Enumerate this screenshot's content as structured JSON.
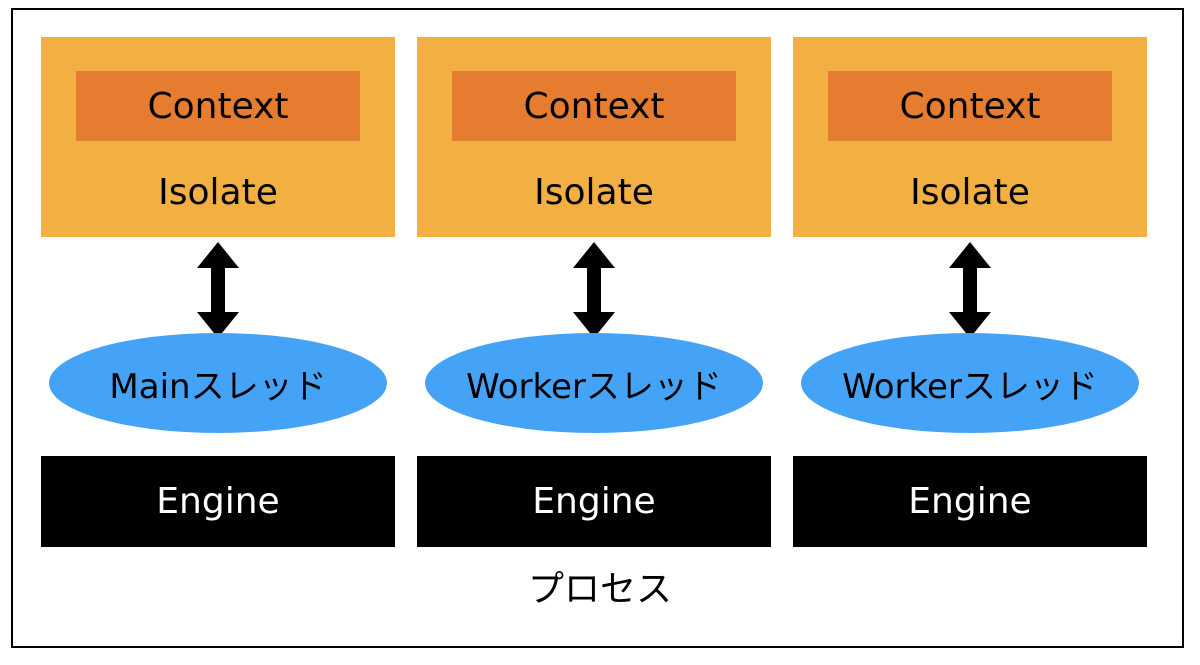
{
  "process": {
    "label": "プロセス",
    "columns": [
      {
        "context": "Context",
        "isolate": "Isolate",
        "thread": "Mainスレッド",
        "engine": "Engine"
      },
      {
        "context": "Context",
        "isolate": "Isolate",
        "thread": "Workerスレッド",
        "engine": "Engine"
      },
      {
        "context": "Context",
        "isolate": "Isolate",
        "thread": "Workerスレッド",
        "engine": "Engine"
      }
    ]
  },
  "colors": {
    "isolate": "#f2b042",
    "context": "#e57c30",
    "thread": "#45a3f7",
    "engine": "#000000"
  }
}
